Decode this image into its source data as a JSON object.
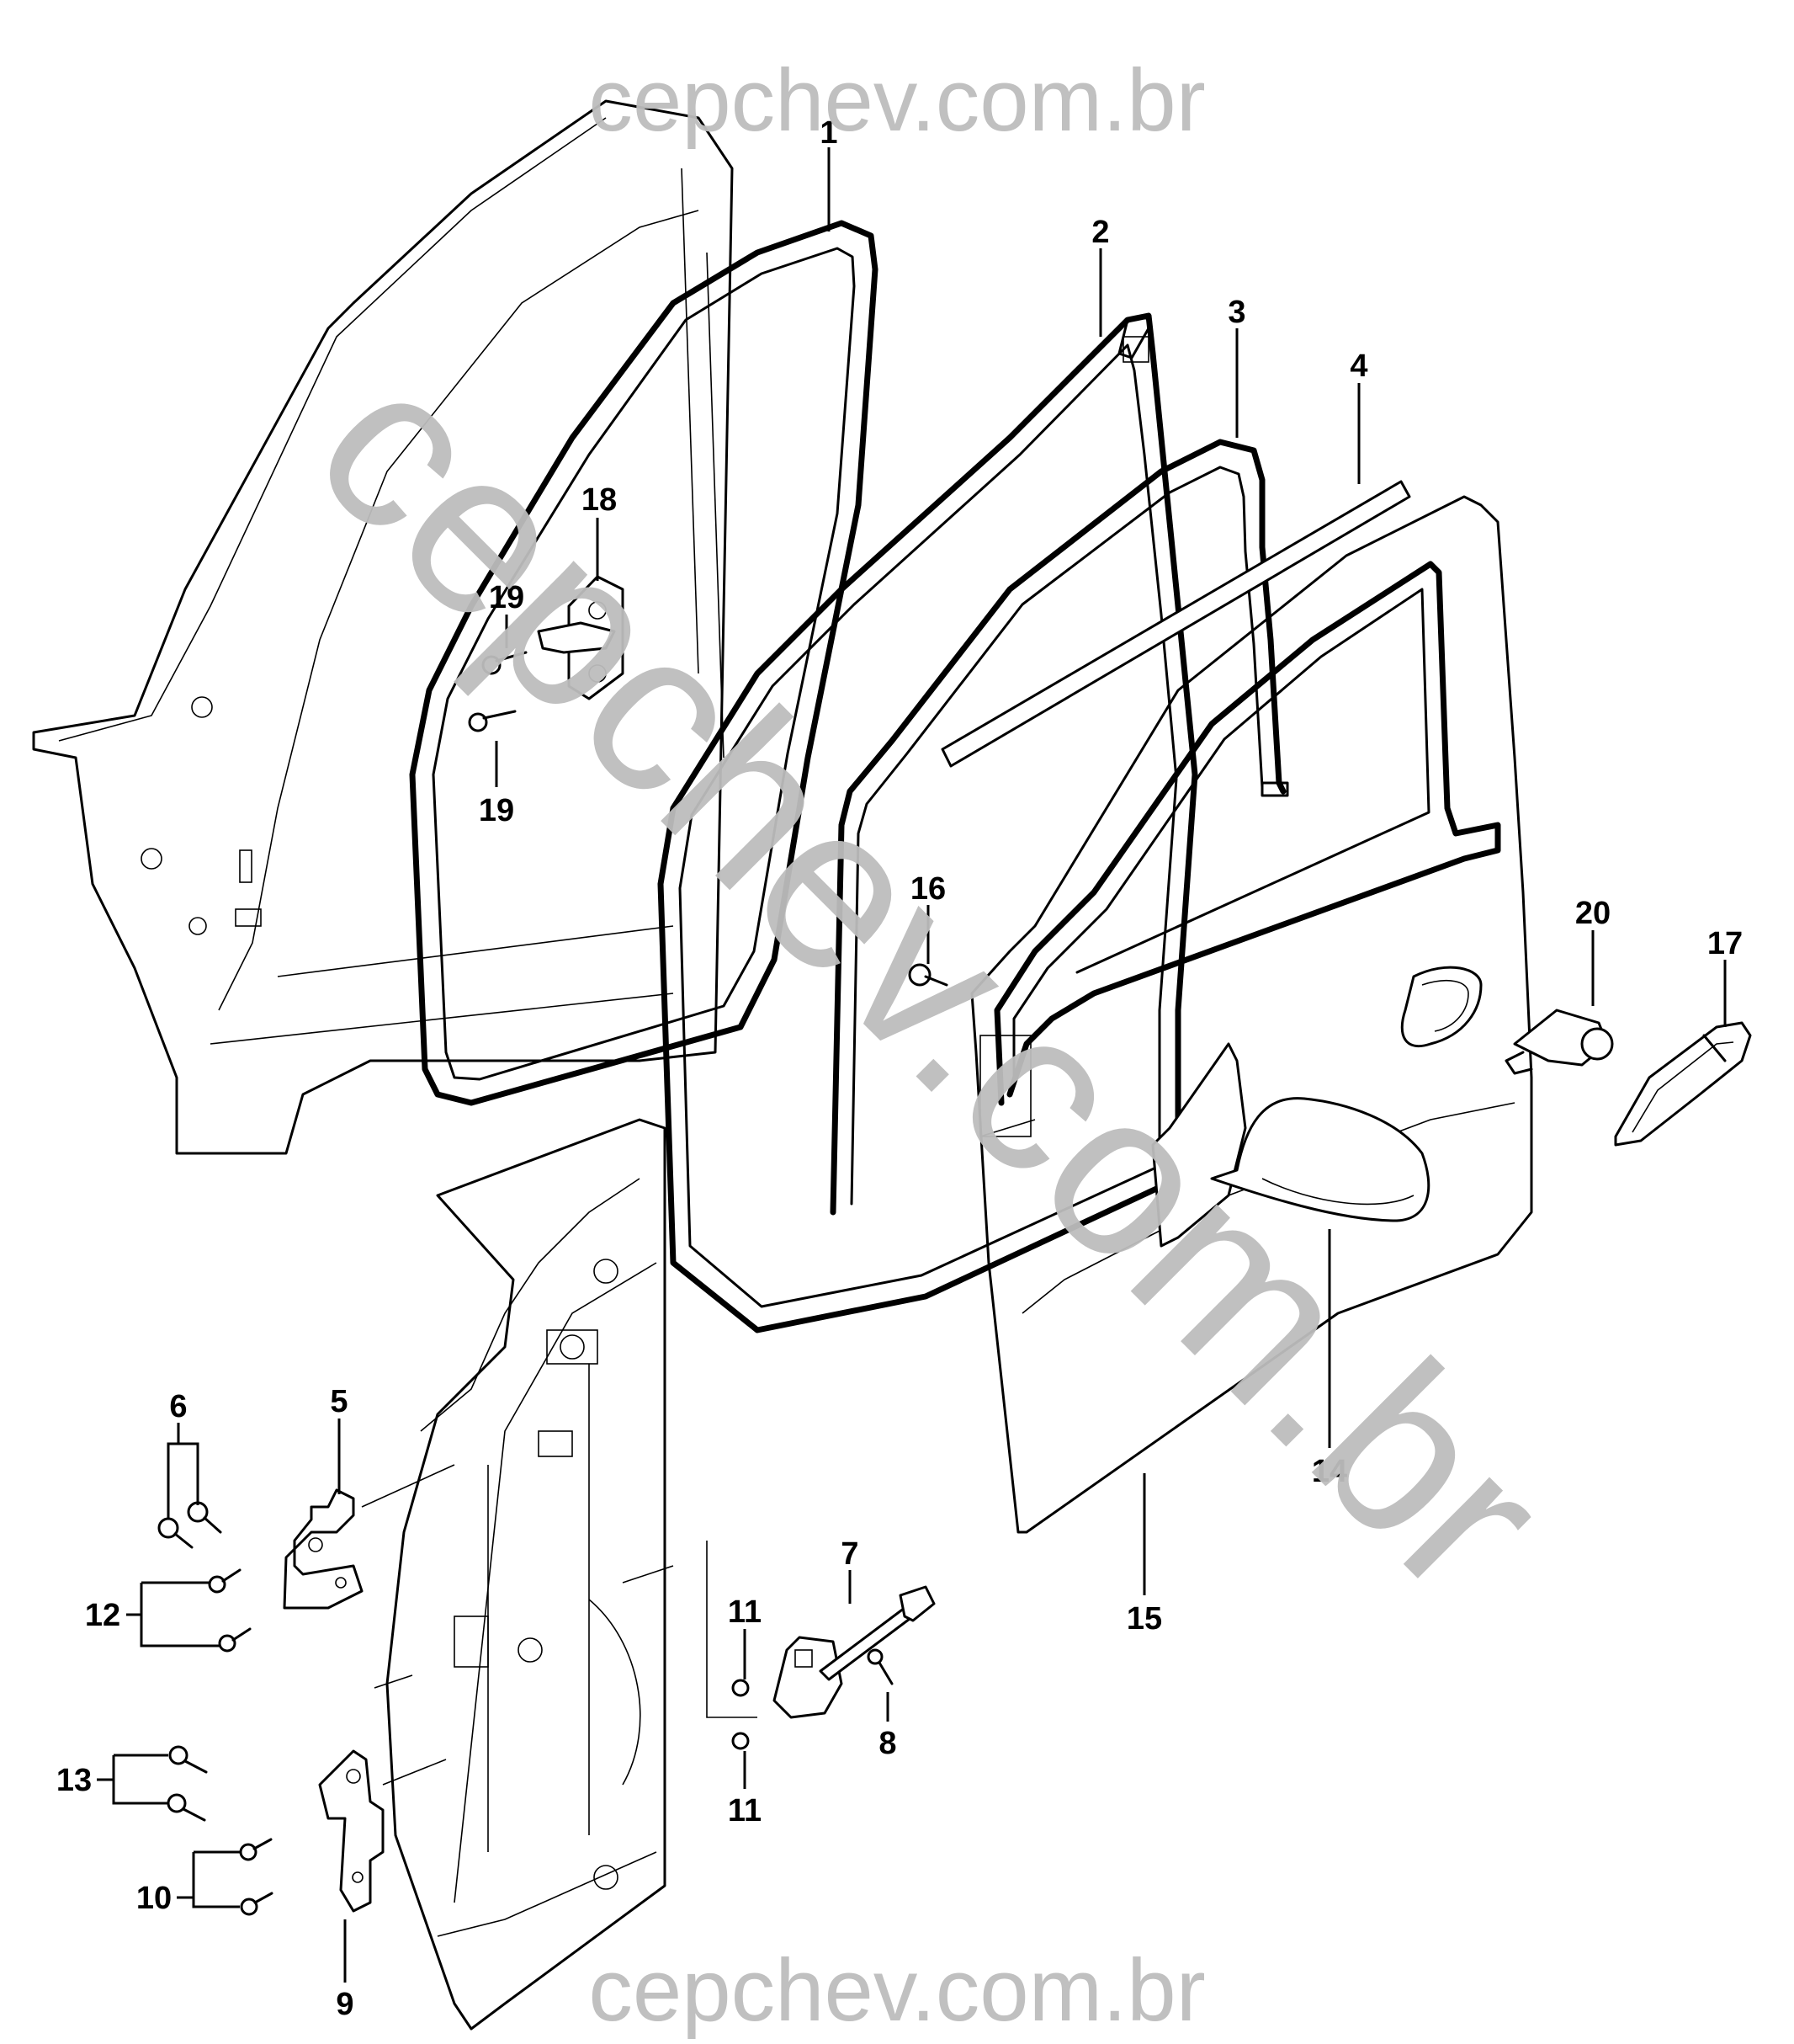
{
  "watermark": {
    "top": "cepchev.com.br",
    "bottom": "cepchev.com.br",
    "diagonal": "cepchev.com.br",
    "color": "#bdbdbd"
  },
  "callouts": {
    "c1": "1",
    "c2": "2",
    "c3": "3",
    "c4": "4",
    "c5": "5",
    "c6": "6",
    "c7": "7",
    "c8": "8",
    "c9": "9",
    "c10": "10",
    "c11a": "11",
    "c11b": "11",
    "c12": "12",
    "c13": "13",
    "c14": "14",
    "c15": "15",
    "c16": "16",
    "c17": "17",
    "c18": "18",
    "c19a": "19",
    "c19b": "19",
    "c20": "20"
  },
  "colors": {
    "line": "#000000",
    "background": "#ffffff"
  }
}
